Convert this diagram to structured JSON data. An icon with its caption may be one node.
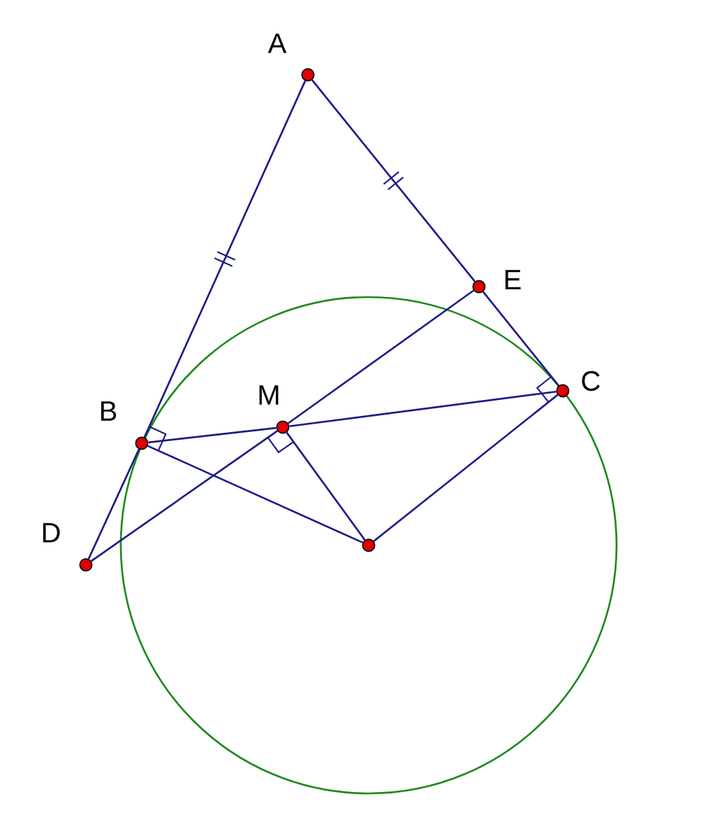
{
  "diagram": {
    "nodes": [
      {
        "text": [
          "A"
        ]
      },
      {
        "text": [
          "E"
        ]
      },
      {
        "text": [
          "C"
        ]
      },
      {
        "text": [
          "M"
        ]
      },
      {
        "text": [
          "B"
        ]
      },
      {
        "text": [
          "D"
        ]
      },
      {
        "text": [],
        "shape": "circle"
      }
    ],
    "edges": [
      {
        "from": 0,
        "to": 4,
        "arrow": "none"
      },
      {
        "from": 4,
        "to": 5,
        "arrow": "none"
      },
      {
        "from": 0,
        "to": 1,
        "arrow": "none"
      },
      {
        "from": 1,
        "to": 2,
        "arrow": "none"
      },
      {
        "from": 4,
        "to": 3,
        "arrow": "none"
      },
      {
        "from": 3,
        "to": 2,
        "arrow": "none"
      },
      {
        "from": 1,
        "to": 3,
        "arrow": "none"
      },
      {
        "from": 3,
        "to": 5,
        "arrow": "none"
      },
      {
        "from": 4,
        "to": 6,
        "arrow": "none"
      },
      {
        "from": 3,
        "to": 6,
        "arrow": "none"
      },
      {
        "from": 2,
        "to": 6,
        "arrow": "none"
      }
    ]
  }
}
